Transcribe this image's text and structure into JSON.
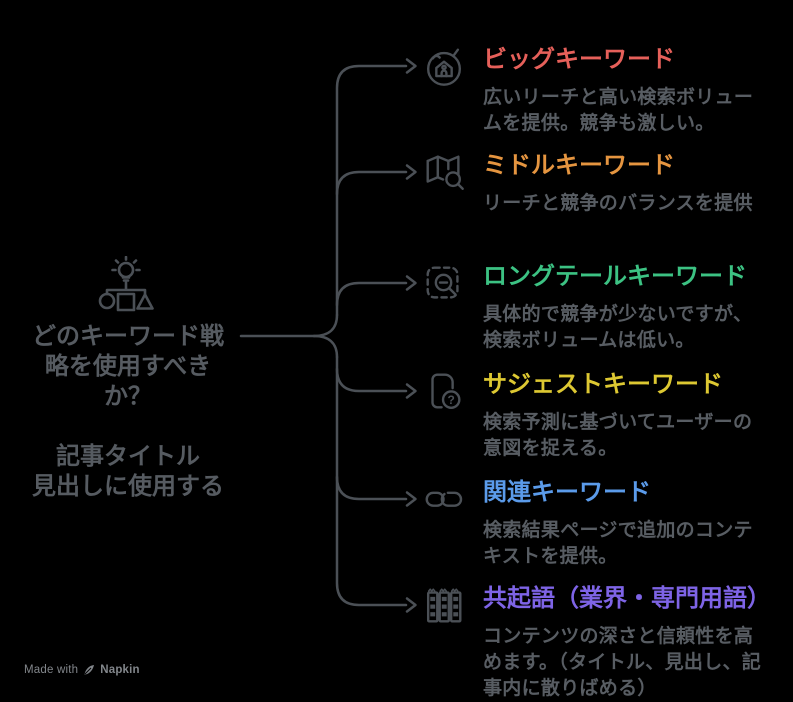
{
  "canvas": {
    "background": "#000000",
    "line_color": "#4b5056",
    "body_text_color": "#585d63",
    "center_text_color": "#565b61",
    "footer_text_color": "#82868b"
  },
  "center": {
    "icon": "idea-strategy-icon",
    "title_lines": [
      "どのキーワード戦",
      "略を使用すべき",
      "か？"
    ],
    "subtitle_lines": [
      "記事タイトル",
      "見出しに使用する"
    ]
  },
  "branches": [
    {
      "icon": "globe-landmark-icon",
      "title": "ビッグキーワード",
      "color": "#e6605a",
      "description": "広いリーチと高い検索ボリュームを提供。競争も激しい。"
    },
    {
      "icon": "map-search-icon",
      "title": "ミドルキーワード",
      "color": "#e59540",
      "description": "リーチと競争のバランスを提供"
    },
    {
      "icon": "zoom-area-icon",
      "title": "ロングテールキーワード",
      "color": "#3cc283",
      "description": "具体的で競争が少ないですが、検索ボリュームは低い。"
    },
    {
      "icon": "file-question-icon",
      "title": "サジェストキーワード",
      "color": "#ddc832",
      "description": "検索予測に基づいてユーザーの意図を捉える。"
    },
    {
      "icon": "link-icon",
      "title": "関連キーワード",
      "color": "#5b9bea",
      "description": "検索結果ページで追加のコンテキストを提供。"
    },
    {
      "icon": "table-icon",
      "title": "共起語（業界・専門用語）",
      "color": "#7e64e6",
      "description": "コンテンツの深さと信頼性を高めます。（タイトル、見出し、記事内に散りばめる）"
    }
  ],
  "footer": {
    "made_with": "Made with",
    "brand": "Napkin"
  }
}
